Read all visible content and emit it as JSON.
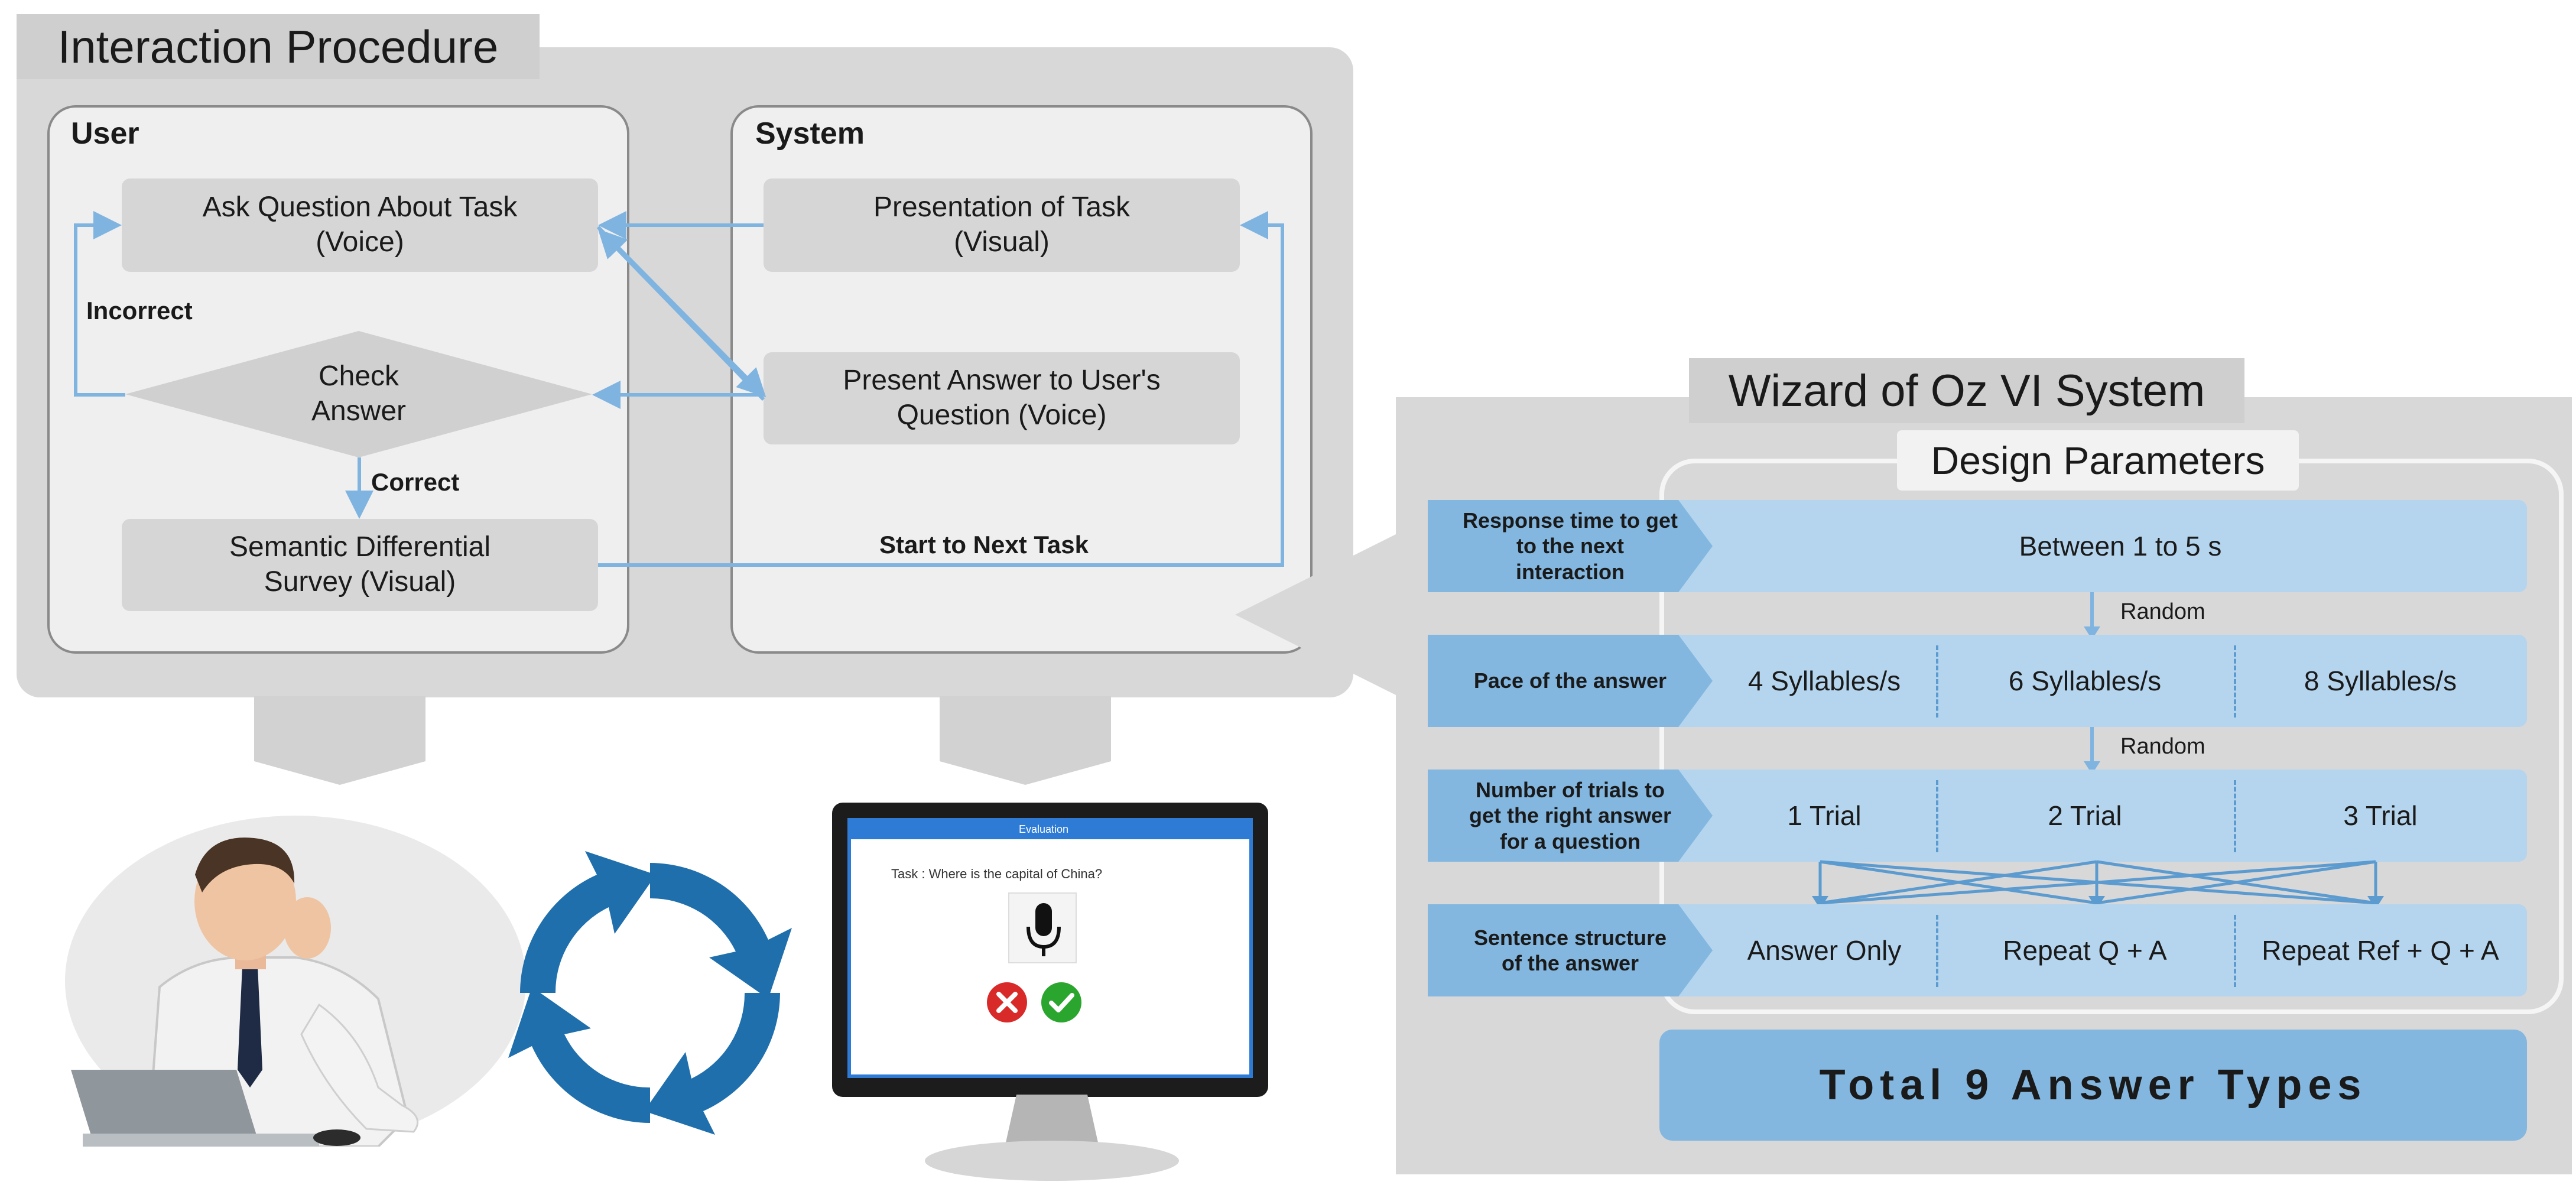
{
  "interaction": {
    "title": "Interaction Procedure",
    "user_lane": "User",
    "system_lane": "System",
    "ask_line1": "Ask Question About Task",
    "ask_line2": "(Voice)",
    "check_line1": "Check",
    "check_line2": "Answer",
    "survey_line1": "Semantic Differential",
    "survey_line2": "Survey (Visual)",
    "presentation_line1": "Presentation of Task",
    "presentation_line2": "(Visual)",
    "present_answer_line1": "Present Answer to User's",
    "present_answer_line2": "Question (Voice)",
    "incorrect": "Incorrect",
    "correct": "Correct",
    "next_task": "Start to Next Task"
  },
  "screen": {
    "window_title": "Evaluation",
    "task_text": "Task : Where is the capital of China?"
  },
  "wizard": {
    "title": "Wizard of Oz VI System",
    "design_parameters": "Design Parameters",
    "rows": [
      {
        "label_lines": [
          "Response time to get",
          "to the next",
          "interaction"
        ],
        "cells": [
          "Between 1 to 5 s"
        ]
      },
      {
        "label_lines": [
          "Pace of the answer"
        ],
        "cells": [
          "4 Syllables/s",
          "6 Syllables/s",
          "8 Syllables/s"
        ]
      },
      {
        "label_lines": [
          "Number of trials to",
          "get the right answer",
          "for a question"
        ],
        "cells": [
          "1 Trial",
          "2 Trial",
          "3 Trial"
        ]
      },
      {
        "label_lines": [
          "Sentence structure",
          "of the answer"
        ],
        "cells": [
          "Answer Only",
          "Repeat Q + A",
          "Repeat Ref + Q + A"
        ]
      }
    ],
    "random_1": "Random",
    "random_2": "Random",
    "total": "Total 9 Answer Types"
  },
  "colors": {
    "panel_gray": "#d8d8d8",
    "flow_blue": "#7fb4e0",
    "band_blue": "#b5d5ee",
    "label_blue": "#83b7e0",
    "cycle_blue": "#1f6fad"
  },
  "icons": [
    "person-at-laptop-icon",
    "cycle-arrows-icon",
    "monitor-icon",
    "microphone-icon",
    "wrong-x-icon",
    "correct-check-icon"
  ]
}
